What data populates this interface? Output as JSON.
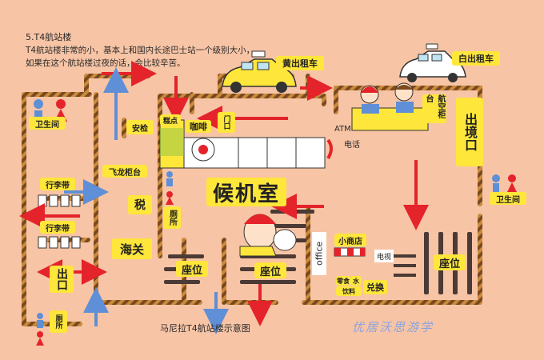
{
  "header": {
    "title": "5.T4航站楼",
    "intro_line1": "T4航站楼非常的小，基本上和国内长途巴士站一个级别大小，",
    "intro_line2": "如果在这个航站楼过夜的话，会比较辛苦。"
  },
  "labels": {
    "yellow_taxi": "黄出租车",
    "white_taxi": "白出租车",
    "restroom_left": "卫生间",
    "luggage_1": "行李带",
    "luggage_2": "行李带",
    "security": "安检",
    "checkin_fly": "飞龙柜台",
    "tax": "税",
    "restroom_mid": "厕所",
    "customs": "海关",
    "exit": "出口",
    "restroom_bottom": "厕所",
    "snack": "糕点",
    "coffee": "咖啡",
    "gate": "门口",
    "waiting_room": "候机室",
    "atm": "ATM",
    "phone": "电话",
    "counter_air": "航空柜台",
    "exit_right": "出境口",
    "restroom_right": "卫生间",
    "shop": "小商店",
    "tv": "电视",
    "office": "office",
    "snack_water": "零食",
    "water": "水",
    "drinks": "饮料",
    "exchange": "兑换",
    "seat_1": "座位",
    "seat_2": "座位",
    "seat_3": "座位",
    "caption": "马尼拉T4航站楼示意图",
    "watermark": "优居沃思游学"
  },
  "colors": {
    "background": "#f7c4a5",
    "wall": "#8b5a2b",
    "label_yellow": "#ffe63b",
    "arrow_red": "#e4232b",
    "arrow_blue": "#5f8fd6",
    "watermark": "#8aa4e0"
  }
}
